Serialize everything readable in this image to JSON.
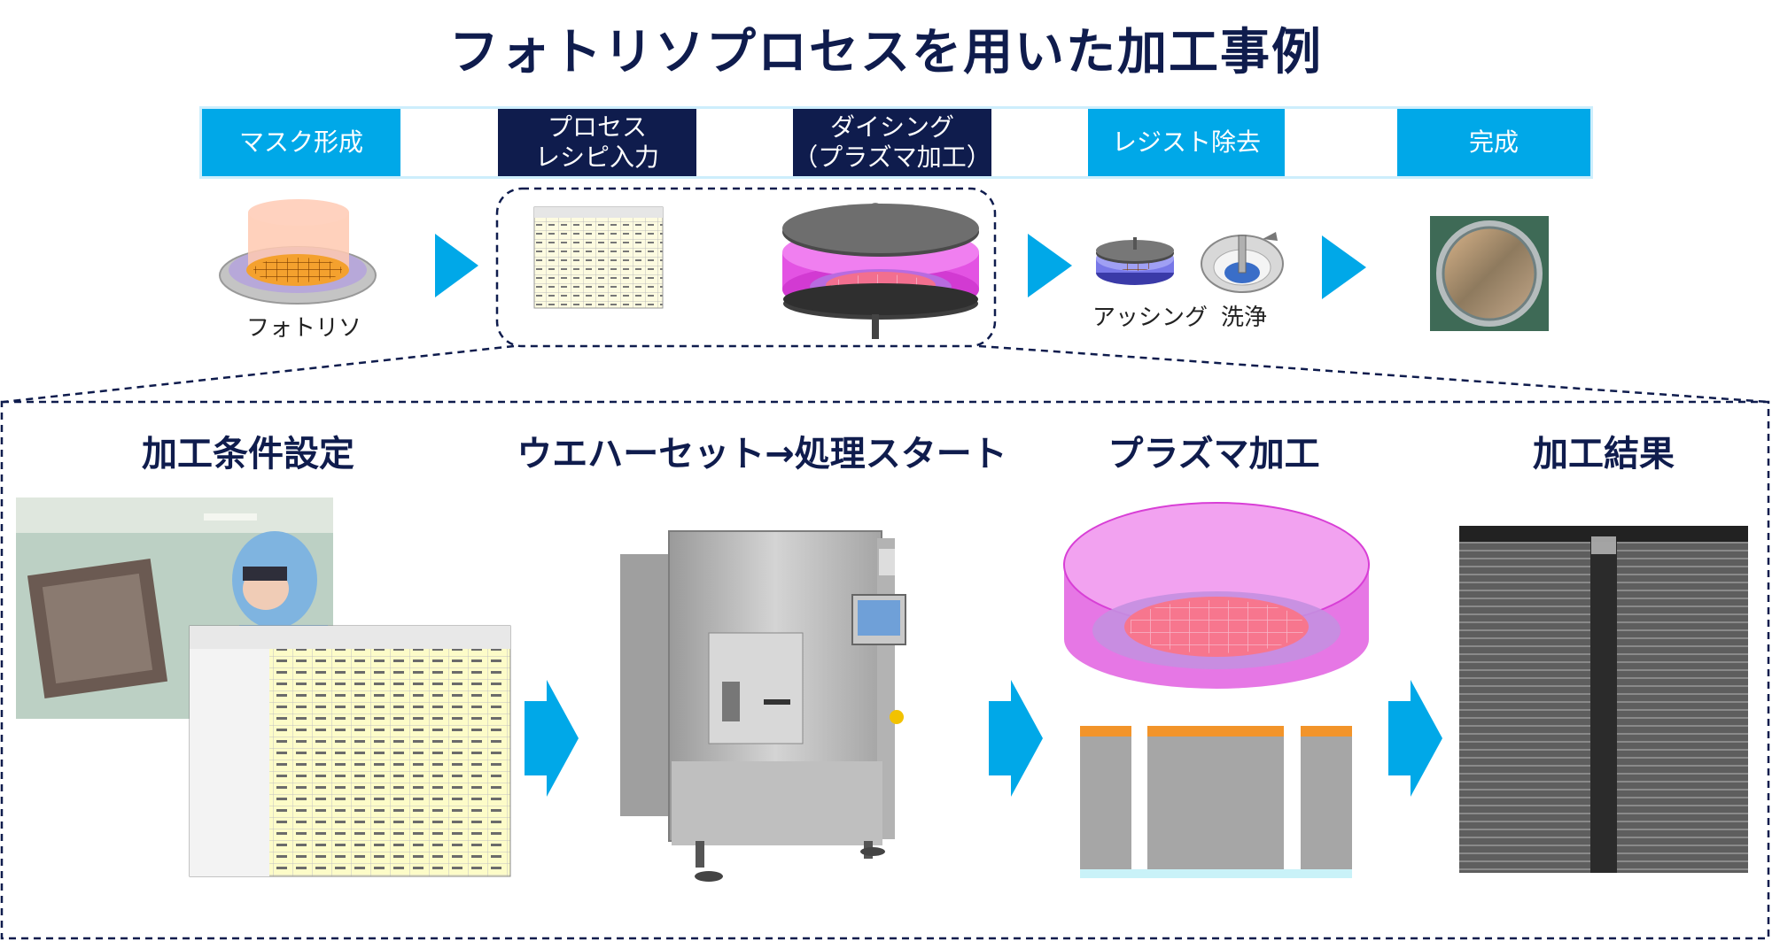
{
  "title": "フォトリソプロセスを用いた加工事例",
  "steps": [
    {
      "label": "マスク形成"
    },
    {
      "label": "プロセス\nレシピ入力"
    },
    {
      "label": "ダイシング\n（プラズマ加工）"
    },
    {
      "label": "レジスト除去"
    },
    {
      "label": "完成"
    }
  ],
  "sublabels": {
    "photolitho": "フォトリソ",
    "ashing": "アッシング",
    "cleaning": "洗浄"
  },
  "sections": [
    {
      "label": "加工条件設定"
    },
    {
      "label": "ウエハーセット→処理スタート"
    },
    {
      "label": "プラズマ加工"
    },
    {
      "label": "加工結果"
    }
  ],
  "colors": {
    "navy": "#0f1c4d",
    "cyan": "#00a8e8",
    "magenta": "#e040e0"
  }
}
